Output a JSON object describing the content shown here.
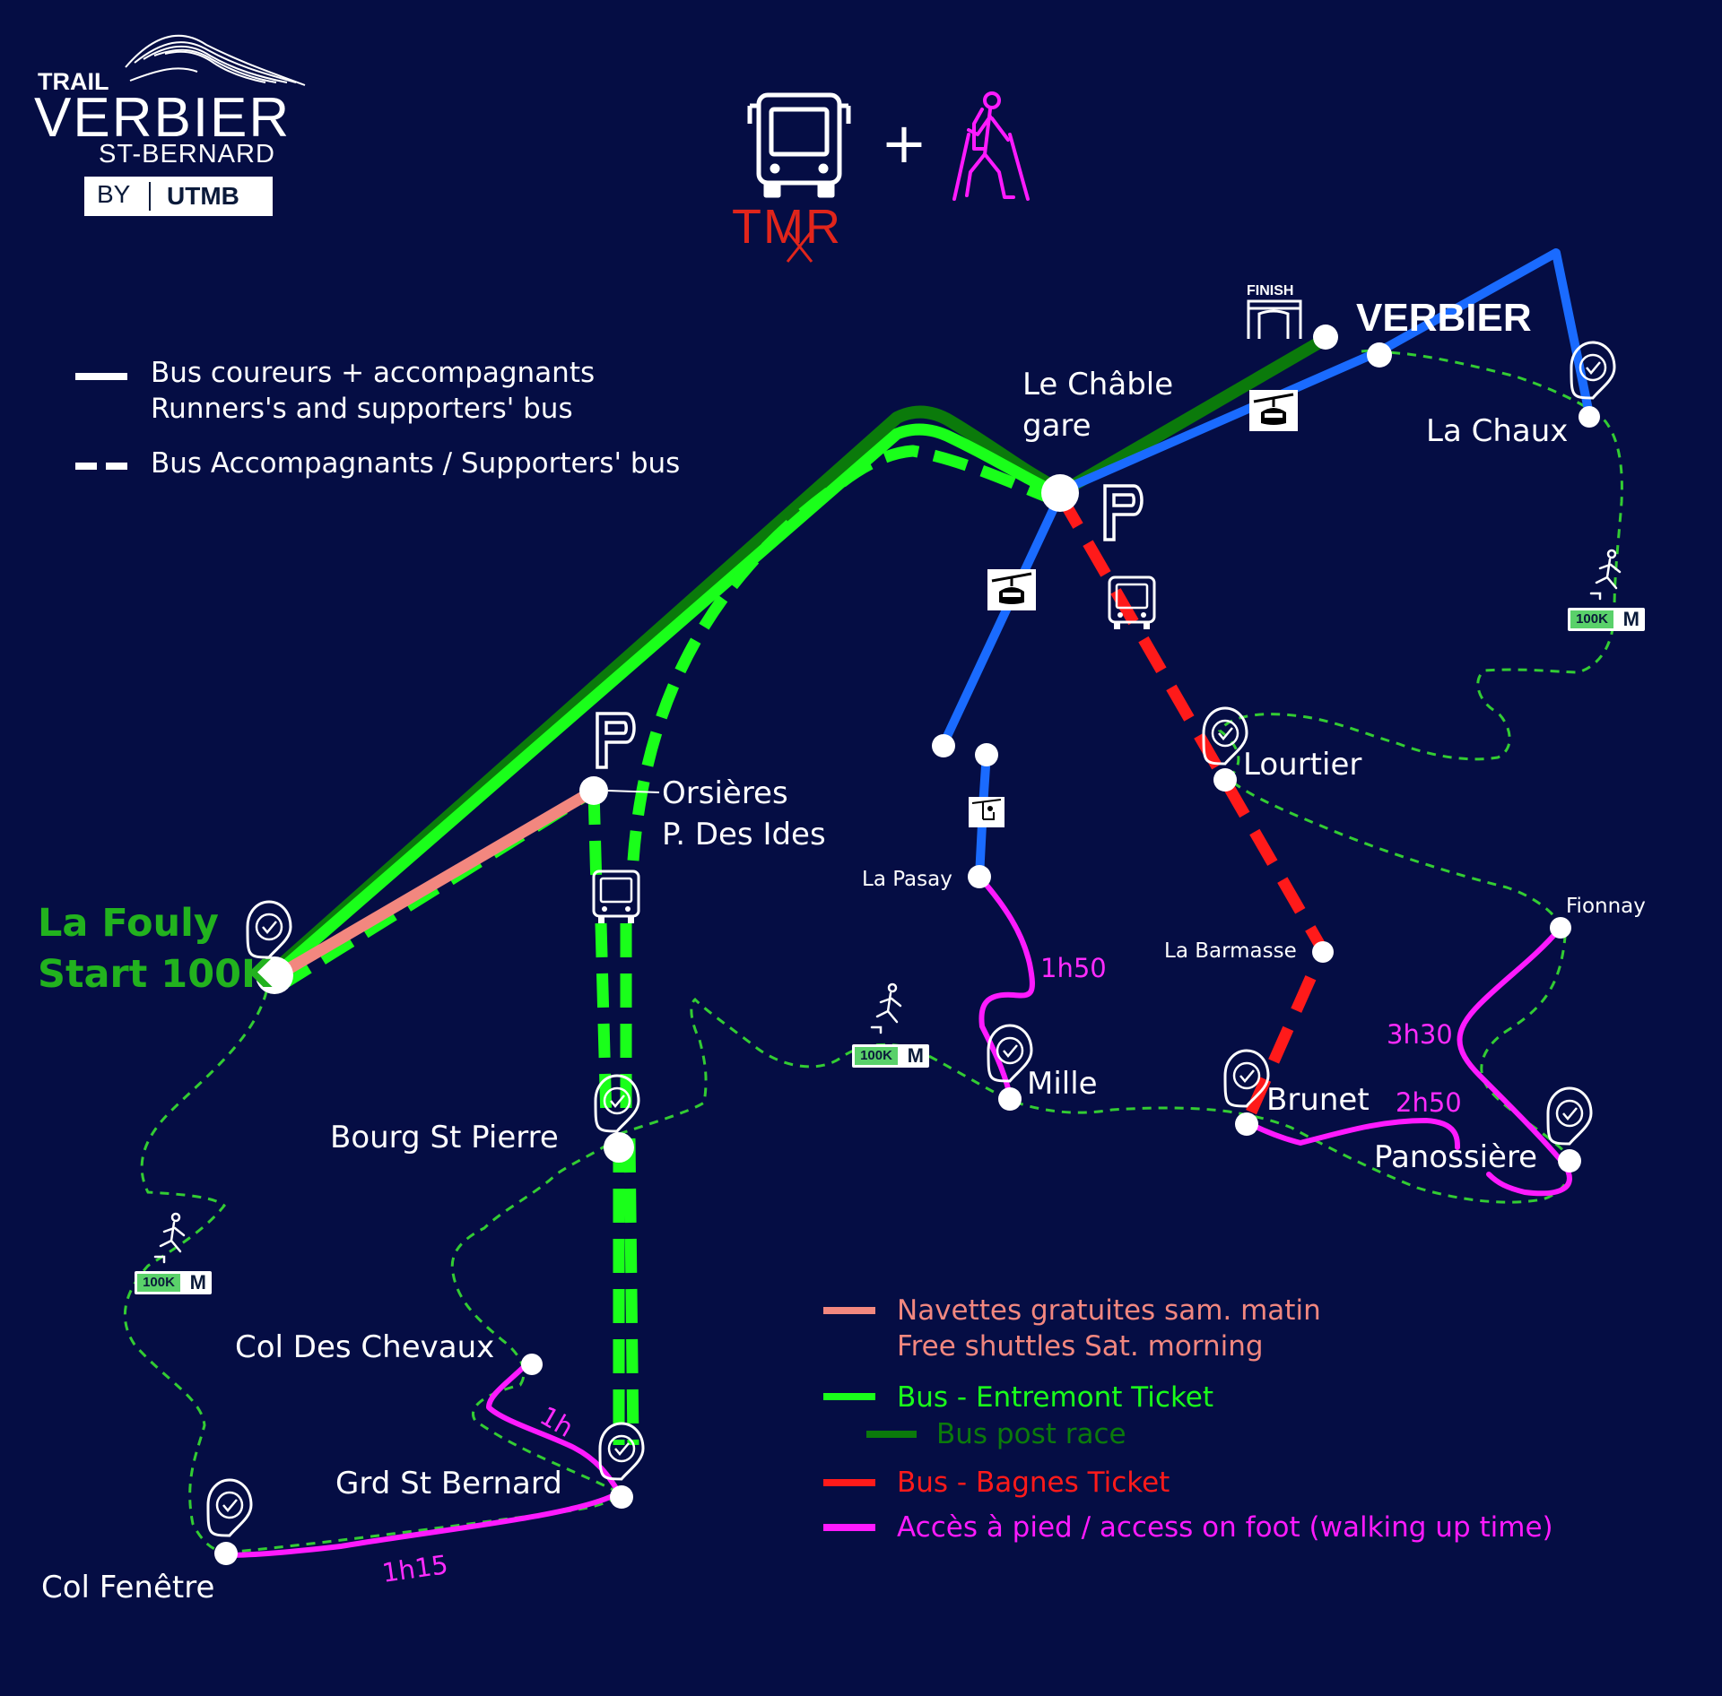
{
  "logo": {
    "trail": "TRAIL",
    "verbier": "VERBIER",
    "st_bernard": "ST-BERNARD",
    "by": "BY",
    "utmb": "UTMB"
  },
  "header": {
    "plus": "+",
    "tmr": "TMR"
  },
  "legend_top": {
    "solid_line": [
      "Bus coureurs + accompagnants",
      "Runners's and supporters' bus"
    ],
    "dashed_line": "Bus Accompagnants / Supporters' bus"
  },
  "legend_bottom": {
    "shuttle": [
      "Navettes gratuites sam. matin",
      "Free shuttles Sat. morning"
    ],
    "entremont": "Bus - Entremont Ticket",
    "post_race": "Bus post race",
    "bagnes": "Bus - Bagnes Ticket",
    "foot": "Accès à pied / access on foot (walking up time)"
  },
  "places": {
    "verbier": "VERBIER",
    "finish": "FINISH",
    "le_chable": [
      "Le Châble",
      "gare"
    ],
    "la_chaux": "La Chaux",
    "orsieres": [
      "Orsières",
      "P. Des Ides"
    ],
    "la_fouly": [
      "La Fouly",
      "Start 100K"
    ],
    "lourtier": "Lourtier",
    "la_pasay": "La Pasay",
    "fionnay": "Fionnay",
    "la_barmasse": "La Barmasse",
    "mille": "Mille",
    "brunet": "Brunet",
    "panossiere": "Panossière",
    "bourg_st_pierre": "Bourg St Pierre",
    "col_des_chevaux": "Col Des Chevaux",
    "grd_st_bernard": "Grd St Bernard",
    "col_fenetre": "Col Fenêtre"
  },
  "walk_times": {
    "pasay_mille": "1h50",
    "fionnay_panossiere": "3h30",
    "brunet_panossiere": "2h50",
    "chevaux_bernard": "1h",
    "bernard_fenetre": "1h15"
  },
  "badges": {
    "label": "100K",
    "mark": "M"
  },
  "icons": {
    "parking": "parking-icon",
    "bus": "bus-icon",
    "gondola": "gondola-icon",
    "chairlift": "chairlift-icon",
    "checkpoint": "checkpoint-pin-icon",
    "hiker": "hiker-icon",
    "runner": "runner-icon",
    "finish": "finish-arch-icon"
  },
  "colors": {
    "background": "#050d44",
    "entremont_bus": "#1aff1a",
    "post_race_bus": "#0b7a0b",
    "bagnes_bus": "#ff1a1a",
    "shuttle": "#f2877f",
    "foot": "#ff1aff",
    "gondola_line": "#1a6bff",
    "trail": "#33cc33",
    "title_green": "#22b21e",
    "tmr_red": "#e1251b"
  }
}
